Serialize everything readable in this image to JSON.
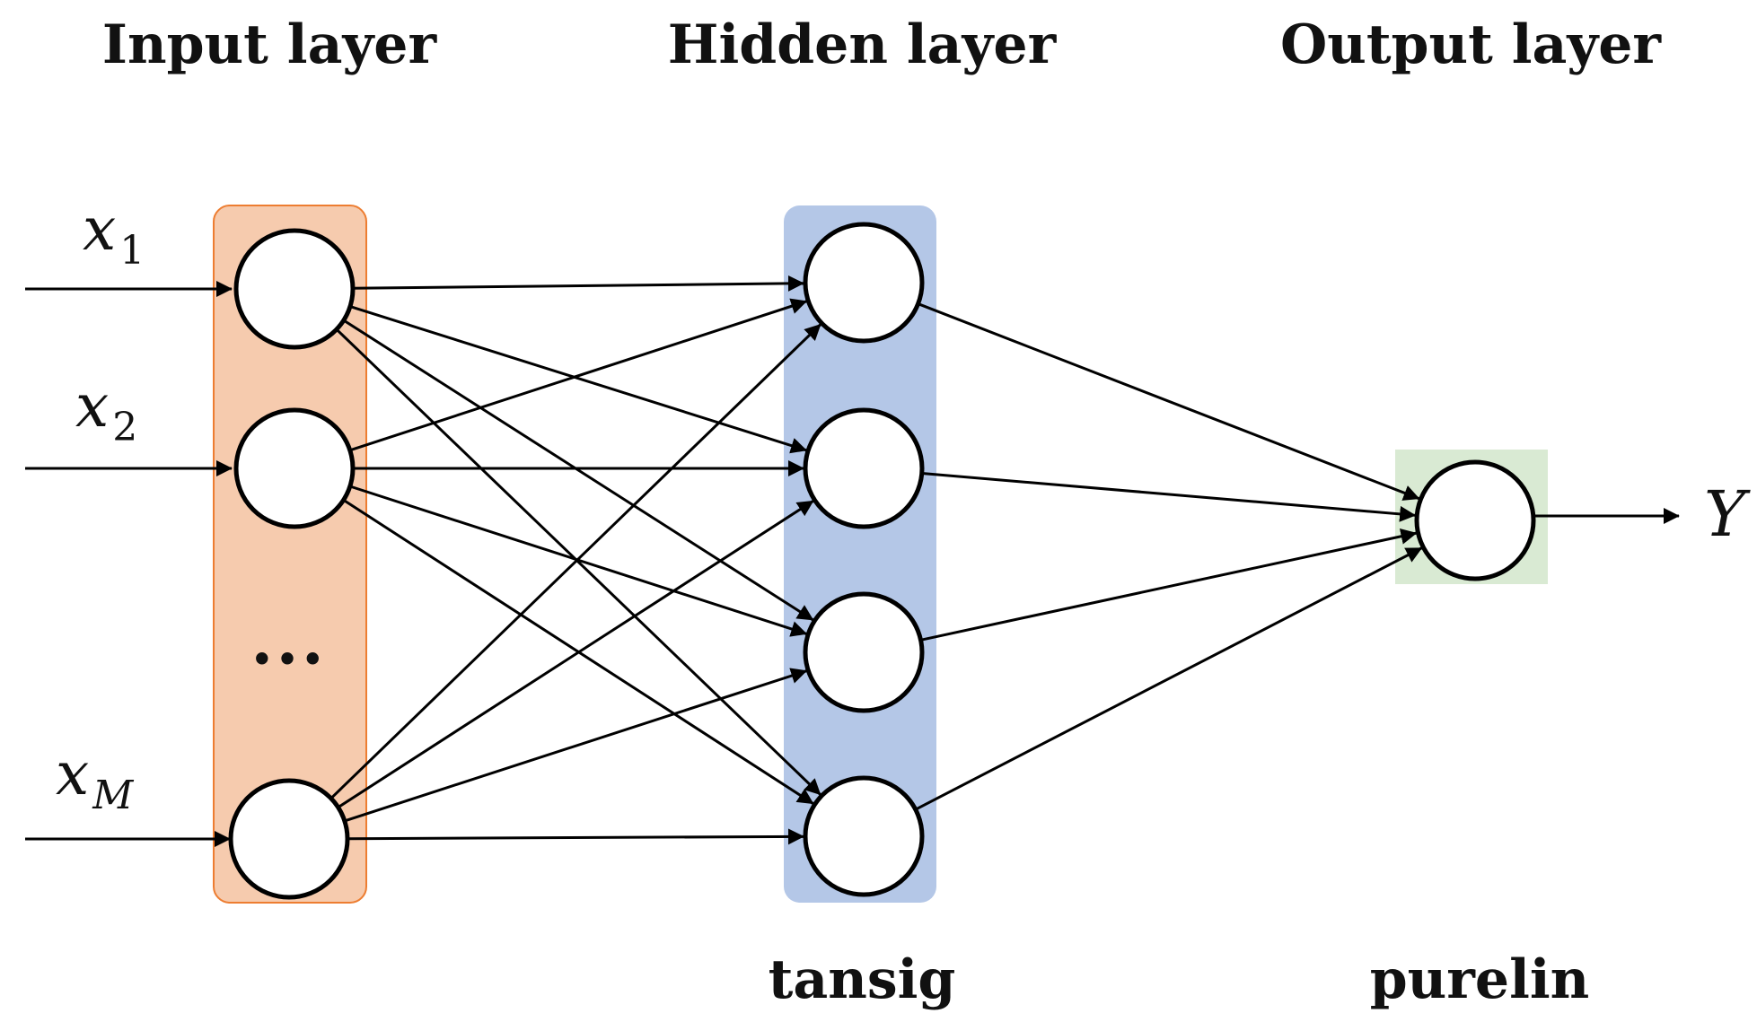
{
  "headings": {
    "input": "Input layer",
    "hidden": "Hidden layer",
    "output": "Output layer"
  },
  "inputs": [
    {
      "symbol": "x",
      "subscript": "1"
    },
    {
      "symbol": "x",
      "subscript": "2"
    },
    {
      "symbol": "x",
      "subscript": "M"
    }
  ],
  "ellipsis": "•••",
  "output_symbol": "Y",
  "activations": {
    "hidden": "tansig",
    "output": "purelin"
  },
  "colors": {
    "input_band_fill": "#F6CBAE",
    "input_band_stroke": "#ED7D31",
    "hidden_band_fill": "#B4C7E7",
    "output_band_fill": "#D9EAD3"
  }
}
